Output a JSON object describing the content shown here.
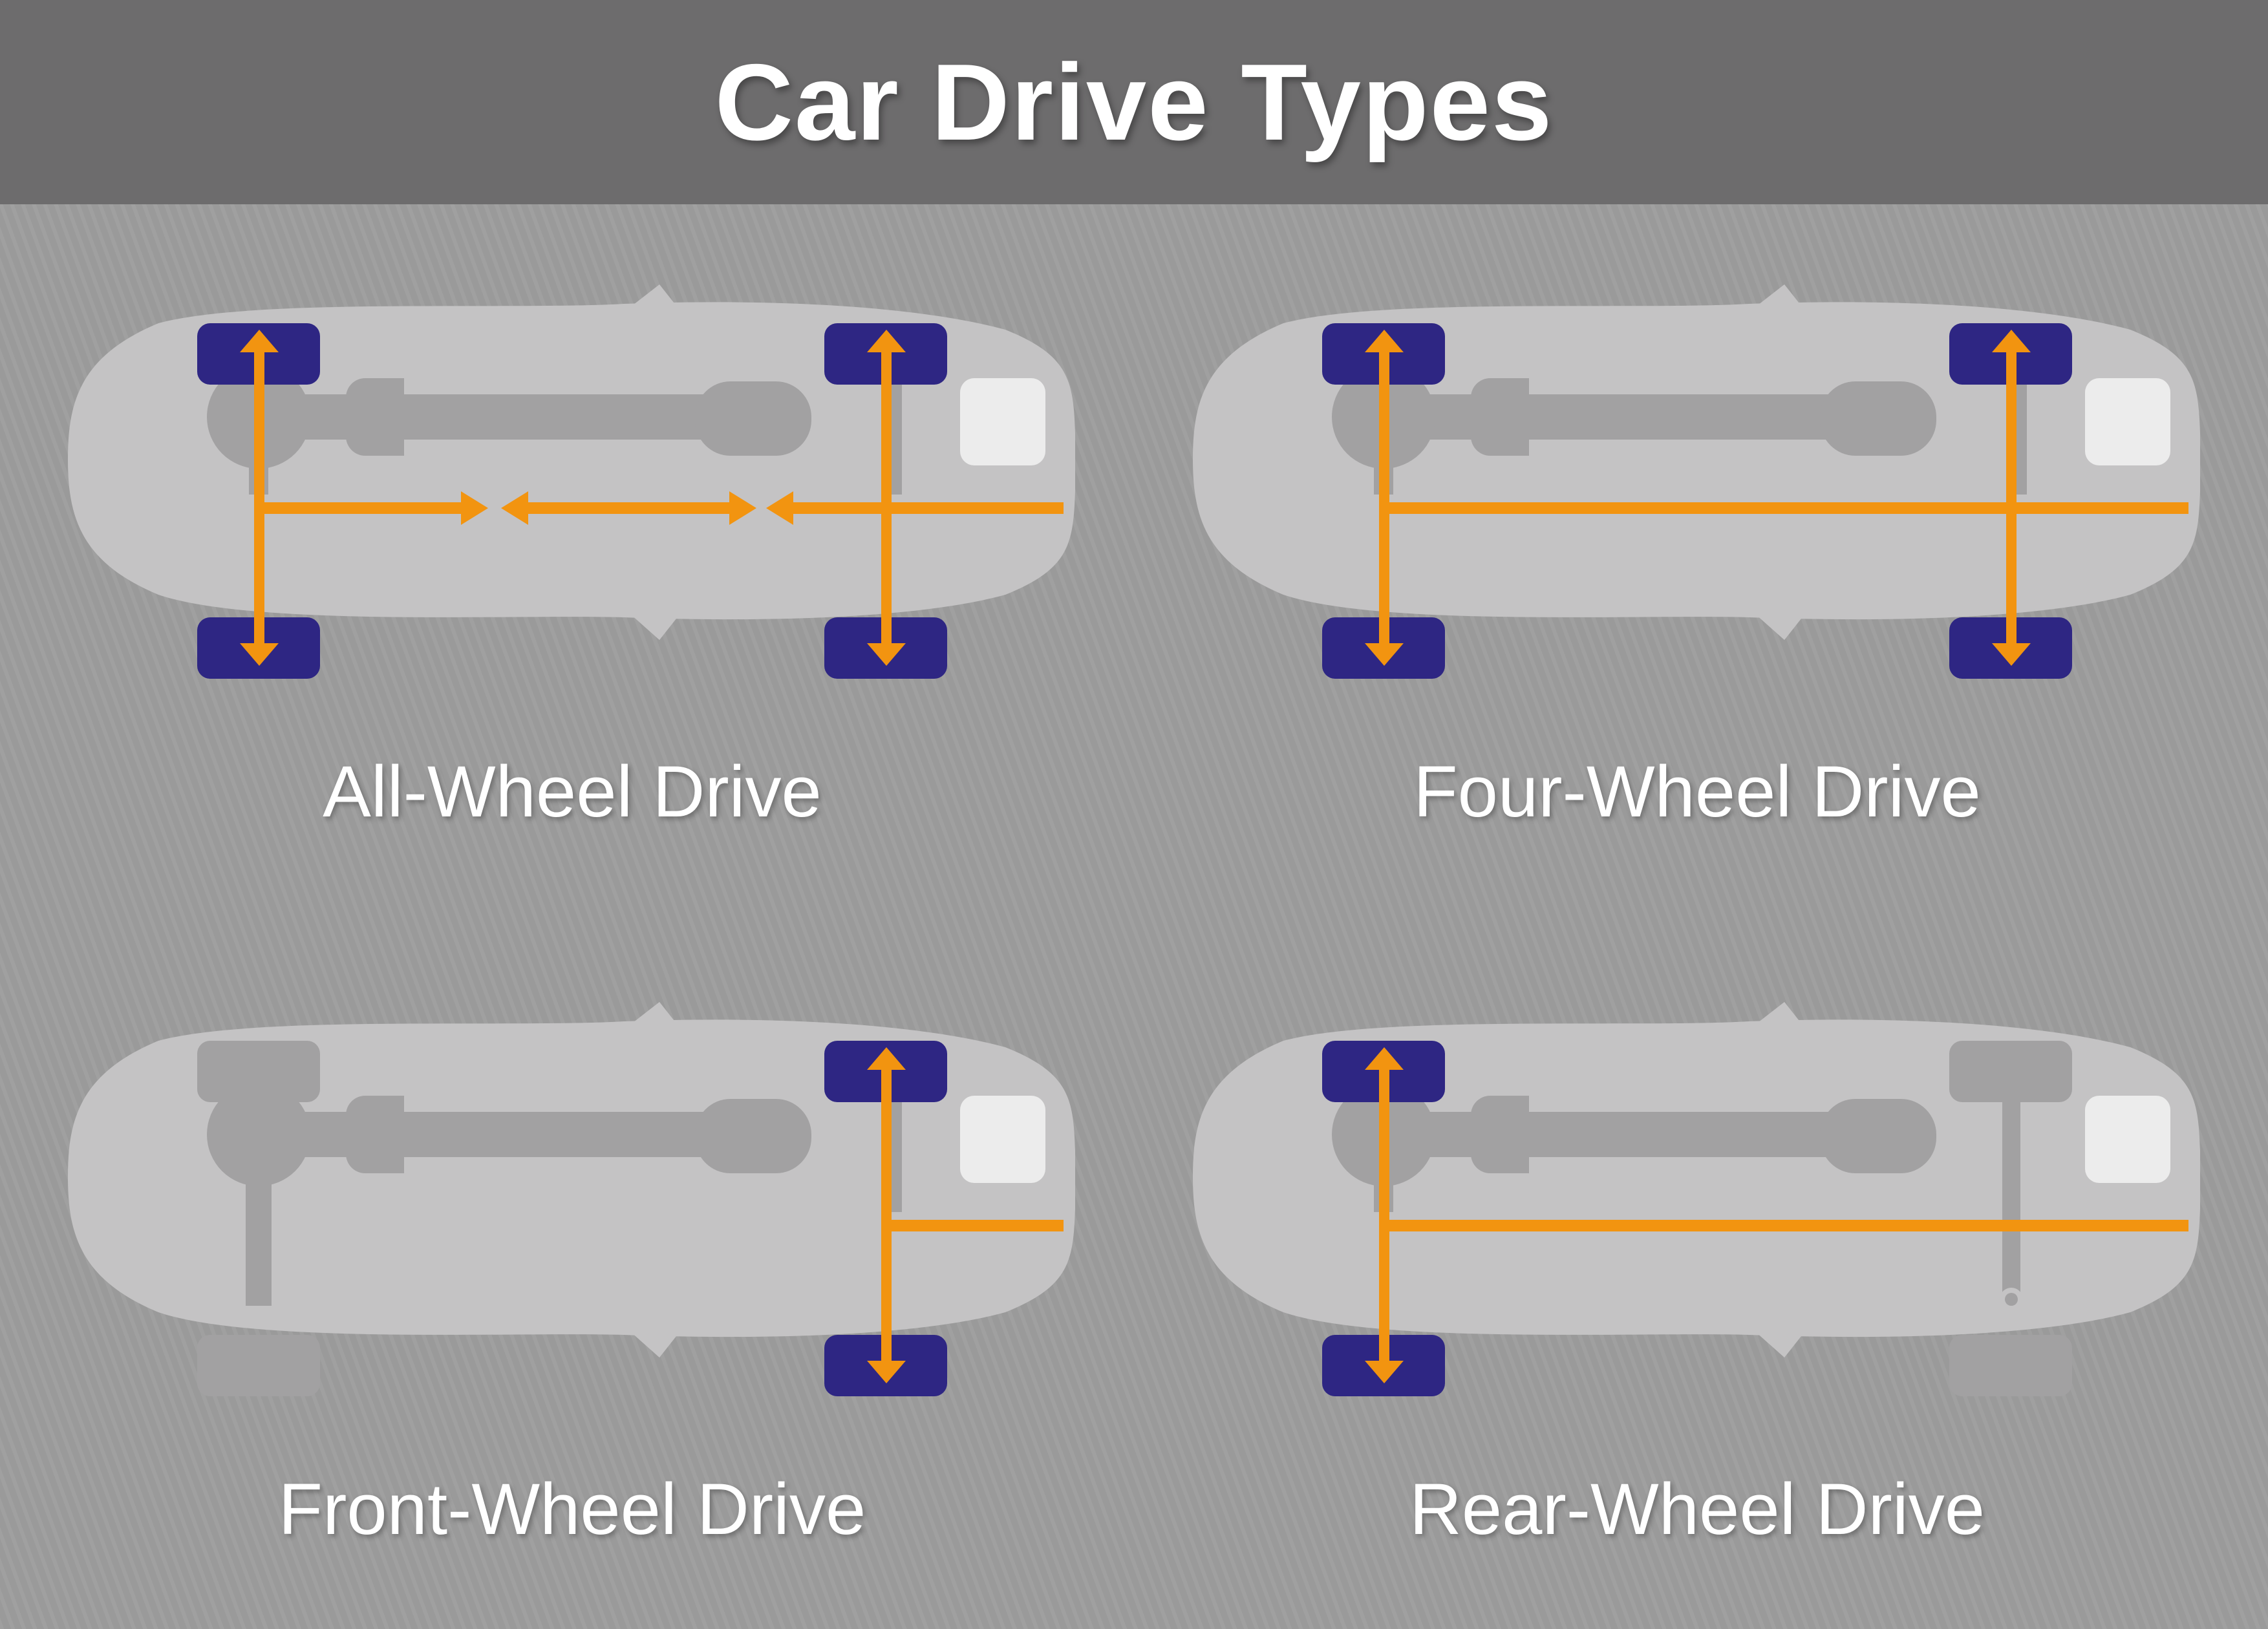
{
  "header": {
    "title": "Car Drive Types"
  },
  "diagrams": [
    {
      "label": "All-Wheel Drive",
      "powered_wheels": [
        "front-left",
        "front-right",
        "rear-left",
        "rear-right"
      ]
    },
    {
      "label": "Four-Wheel Drive",
      "powered_wheels": [
        "front-left",
        "front-right",
        "rear-left",
        "rear-right"
      ]
    },
    {
      "label": "Front-Wheel Drive",
      "powered_wheels": [
        "front-left",
        "front-right"
      ]
    },
    {
      "label": "Rear-Wheel Drive",
      "powered_wheels": [
        "rear-left",
        "rear-right"
      ]
    }
  ],
  "colors": {
    "header_bg": "#6d6c6d",
    "background": "#9a9a9a",
    "car_body": "#c4c3c4",
    "drivetrain": "#a2a1a2",
    "engine": "#ececec",
    "powered_wheel": "#2e2683",
    "power_arrow": "#f29410",
    "text": "#ffffff"
  }
}
